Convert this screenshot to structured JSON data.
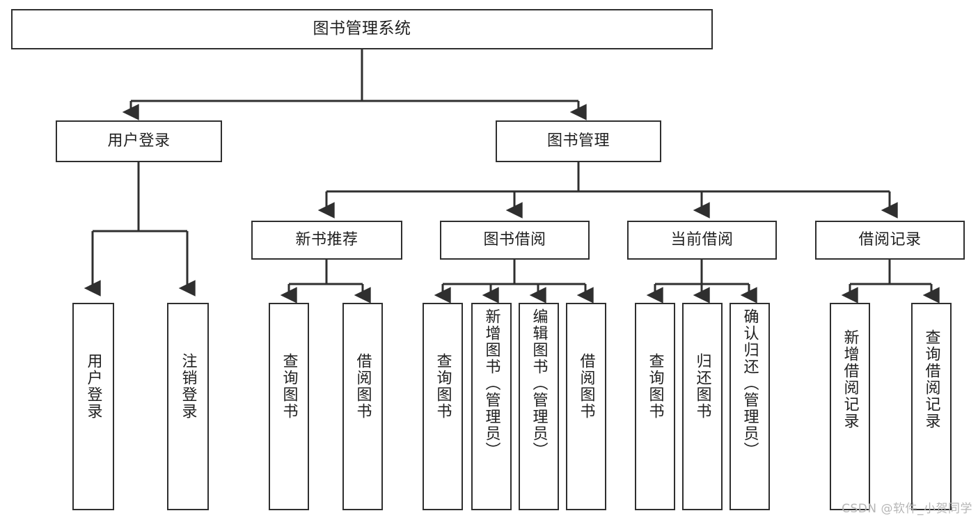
{
  "diagram": {
    "title": "图书管理系统",
    "type": "hierarchy-tree",
    "watermark": "CSDN @软件_小贺同学",
    "colors": {
      "border": "#2f2f2f",
      "text": "#1f1f1f",
      "background": "#ffffff",
      "edge": "#2f2f2f",
      "watermark": "#b6b6b6"
    },
    "levels": {
      "level0": [
        "图书管理系统"
      ],
      "level1": [
        "用户登录",
        "图书管理"
      ],
      "level2": [
        "新书推荐",
        "图书借阅",
        "当前借阅",
        "借阅记录"
      ],
      "level3": [
        "用户登录",
        "注销登录",
        "查询图书",
        "借阅图书",
        "查询图书",
        "新增图书（管理员）",
        "编辑图书（管理员）",
        "借阅图书",
        "查询图书",
        "归还图书",
        "确认归还（管理员）",
        "新增借阅记录",
        "查询借阅记录"
      ]
    },
    "nodes": {
      "root": {
        "label": "图书管理系统"
      },
      "user_login": {
        "label": "用户登录"
      },
      "book_manage": {
        "label": "图书管理"
      },
      "new_book_rec": {
        "label": "新书推荐"
      },
      "book_borrow": {
        "label": "图书借阅"
      },
      "current_borrow": {
        "label": "当前借阅"
      },
      "borrow_record": {
        "label": "借阅记录"
      },
      "leaf_user_login": {
        "label": "用户登录"
      },
      "leaf_logout": {
        "label": "注销登录"
      },
      "leaf_query_book_1": {
        "label": "查询图书"
      },
      "leaf_borrow_book_1": {
        "label": "借阅图书"
      },
      "leaf_query_book_2": {
        "label": "查询图书"
      },
      "leaf_add_book": {
        "label": "新增图书（管理员）"
      },
      "leaf_edit_book": {
        "label": "编辑图书（管理员）"
      },
      "leaf_borrow_book_2": {
        "label": "借阅图书"
      },
      "leaf_query_book_3": {
        "label": "查询图书"
      },
      "leaf_return_book": {
        "label": "归还图书"
      },
      "leaf_confirm_return": {
        "label": "确认归还（管理员）"
      },
      "leaf_add_record": {
        "label": "新增借阅记录"
      },
      "leaf_query_record": {
        "label": "查询借阅记录"
      }
    },
    "edges": [
      {
        "from": "root",
        "to": "user_login"
      },
      {
        "from": "root",
        "to": "book_manage"
      },
      {
        "from": "user_login",
        "to": "leaf_user_login"
      },
      {
        "from": "user_login",
        "to": "leaf_logout"
      },
      {
        "from": "book_manage",
        "to": "new_book_rec"
      },
      {
        "from": "book_manage",
        "to": "book_borrow"
      },
      {
        "from": "book_manage",
        "to": "current_borrow"
      },
      {
        "from": "book_manage",
        "to": "borrow_record"
      },
      {
        "from": "new_book_rec",
        "to": "leaf_query_book_1"
      },
      {
        "from": "new_book_rec",
        "to": "leaf_borrow_book_1"
      },
      {
        "from": "book_borrow",
        "to": "leaf_query_book_2"
      },
      {
        "from": "book_borrow",
        "to": "leaf_add_book"
      },
      {
        "from": "book_borrow",
        "to": "leaf_edit_book"
      },
      {
        "from": "book_borrow",
        "to": "leaf_borrow_book_2"
      },
      {
        "from": "current_borrow",
        "to": "leaf_query_book_3"
      },
      {
        "from": "current_borrow",
        "to": "leaf_return_book"
      },
      {
        "from": "current_borrow",
        "to": "leaf_confirm_return"
      },
      {
        "from": "borrow_record",
        "to": "leaf_add_record"
      },
      {
        "from": "borrow_record",
        "to": "leaf_query_record"
      }
    ]
  }
}
